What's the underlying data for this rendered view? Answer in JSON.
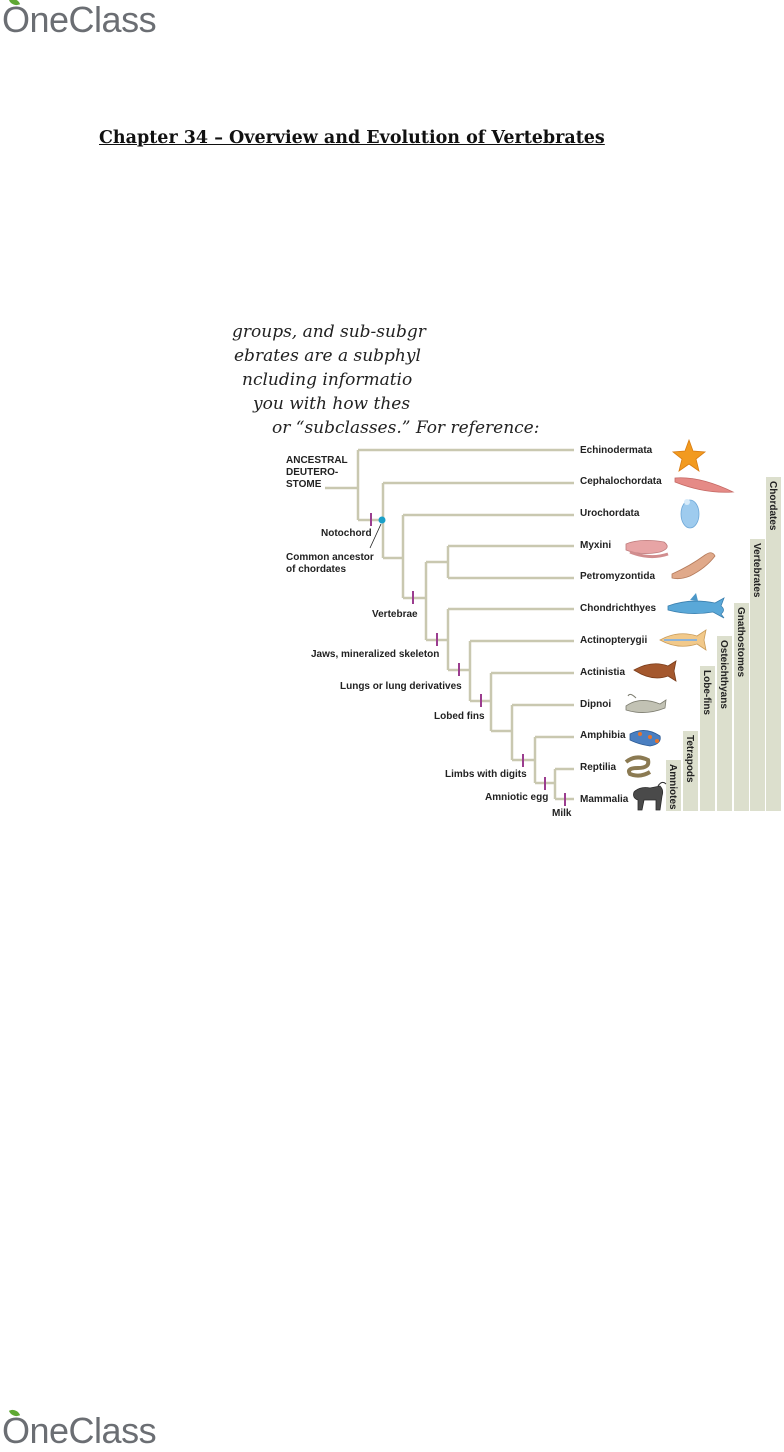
{
  "brand": {
    "name": "OneClass",
    "leaf_color": "#5fa833",
    "text_color": "#6b6e73"
  },
  "document": {
    "title": "Chapter 34 – Overview and Evolution of Vertebrates",
    "fragments": [
      "groups, and sub-subgr",
      "ebrates are a subphyl",
      "ncluding informatio",
      "you with how thes",
      "or “subclasses.” For reference:"
    ]
  },
  "figure": {
    "root_label": [
      "ANCESTRAL",
      "DEUTERO-",
      "STOME"
    ],
    "taxa": [
      "Echinodermata",
      "Cephalochordata",
      "Urochordata",
      "Myxini",
      "Petromyzontida",
      "Chondrichthyes",
      "Actinopterygii",
      "Actinistia",
      "Dipnoi",
      "Amphibia",
      "Reptilia",
      "Mammalia"
    ],
    "characters": [
      "Notochord",
      "Vertebrae",
      "Jaws, mineralized skeleton",
      "Lungs or lung derivatives",
      "Lobed fins",
      "Limbs with digits",
      "Amniotic egg",
      "Milk"
    ],
    "common_ancestor": [
      "Common ancestor",
      "of chordates"
    ],
    "clades": [
      "Chordates",
      "Vertebrates",
      "Gnathostomes",
      "Osteichthyans",
      "Lobe-fins",
      "Tetrapods",
      "Amniotes"
    ],
    "animal_icons": [
      "starfish-icon",
      "lancelet-icon",
      "tunicate-icon",
      "hagfish-icon",
      "lamprey-icon",
      "shark-icon",
      "ray-finned-fish-icon",
      "coelacanth-icon",
      "lungfish-icon",
      "salamander-icon",
      "snake-icon",
      "wildebeest-icon"
    ],
    "colors": {
      "branch": "#c9c8b0",
      "marker": "#9b3d8f",
      "ancestor_dot": "#1aa0c8",
      "clade_bar": "#dcdfcd"
    }
  }
}
